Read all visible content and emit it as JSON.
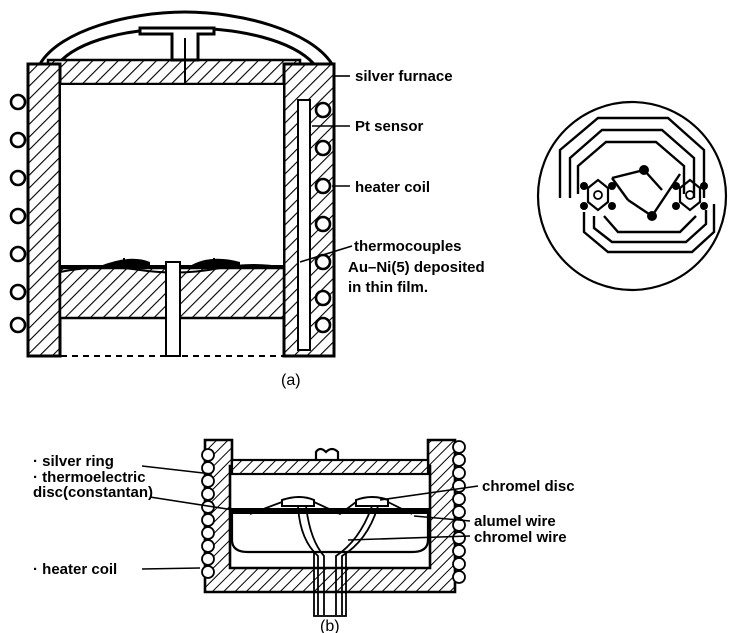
{
  "figure_a": {
    "labels": {
      "silver_furnace": "silver furnace",
      "pt_sensor": "Pt sensor",
      "heater_coil": "heater coil",
      "thermocouples": "thermocouples",
      "au_ni_line1": "Au–Ni(5) deposited",
      "au_ni_line2": "in thin film."
    },
    "caption": "(a)"
  },
  "figure_b": {
    "labels": {
      "silver_ring": "silver ring",
      "thermoelectric_line1": "thermoelectric",
      "thermoelectric_line2": "disc(constantan)",
      "heater_coil": "heater coil",
      "chromel_disc": "chromel disc",
      "alumel_wire": "alumel wire",
      "chromel_wire": "chromel wire"
    },
    "caption": "(b)"
  },
  "colors": {
    "ink": "#000000",
    "paper": "#ffffff"
  }
}
